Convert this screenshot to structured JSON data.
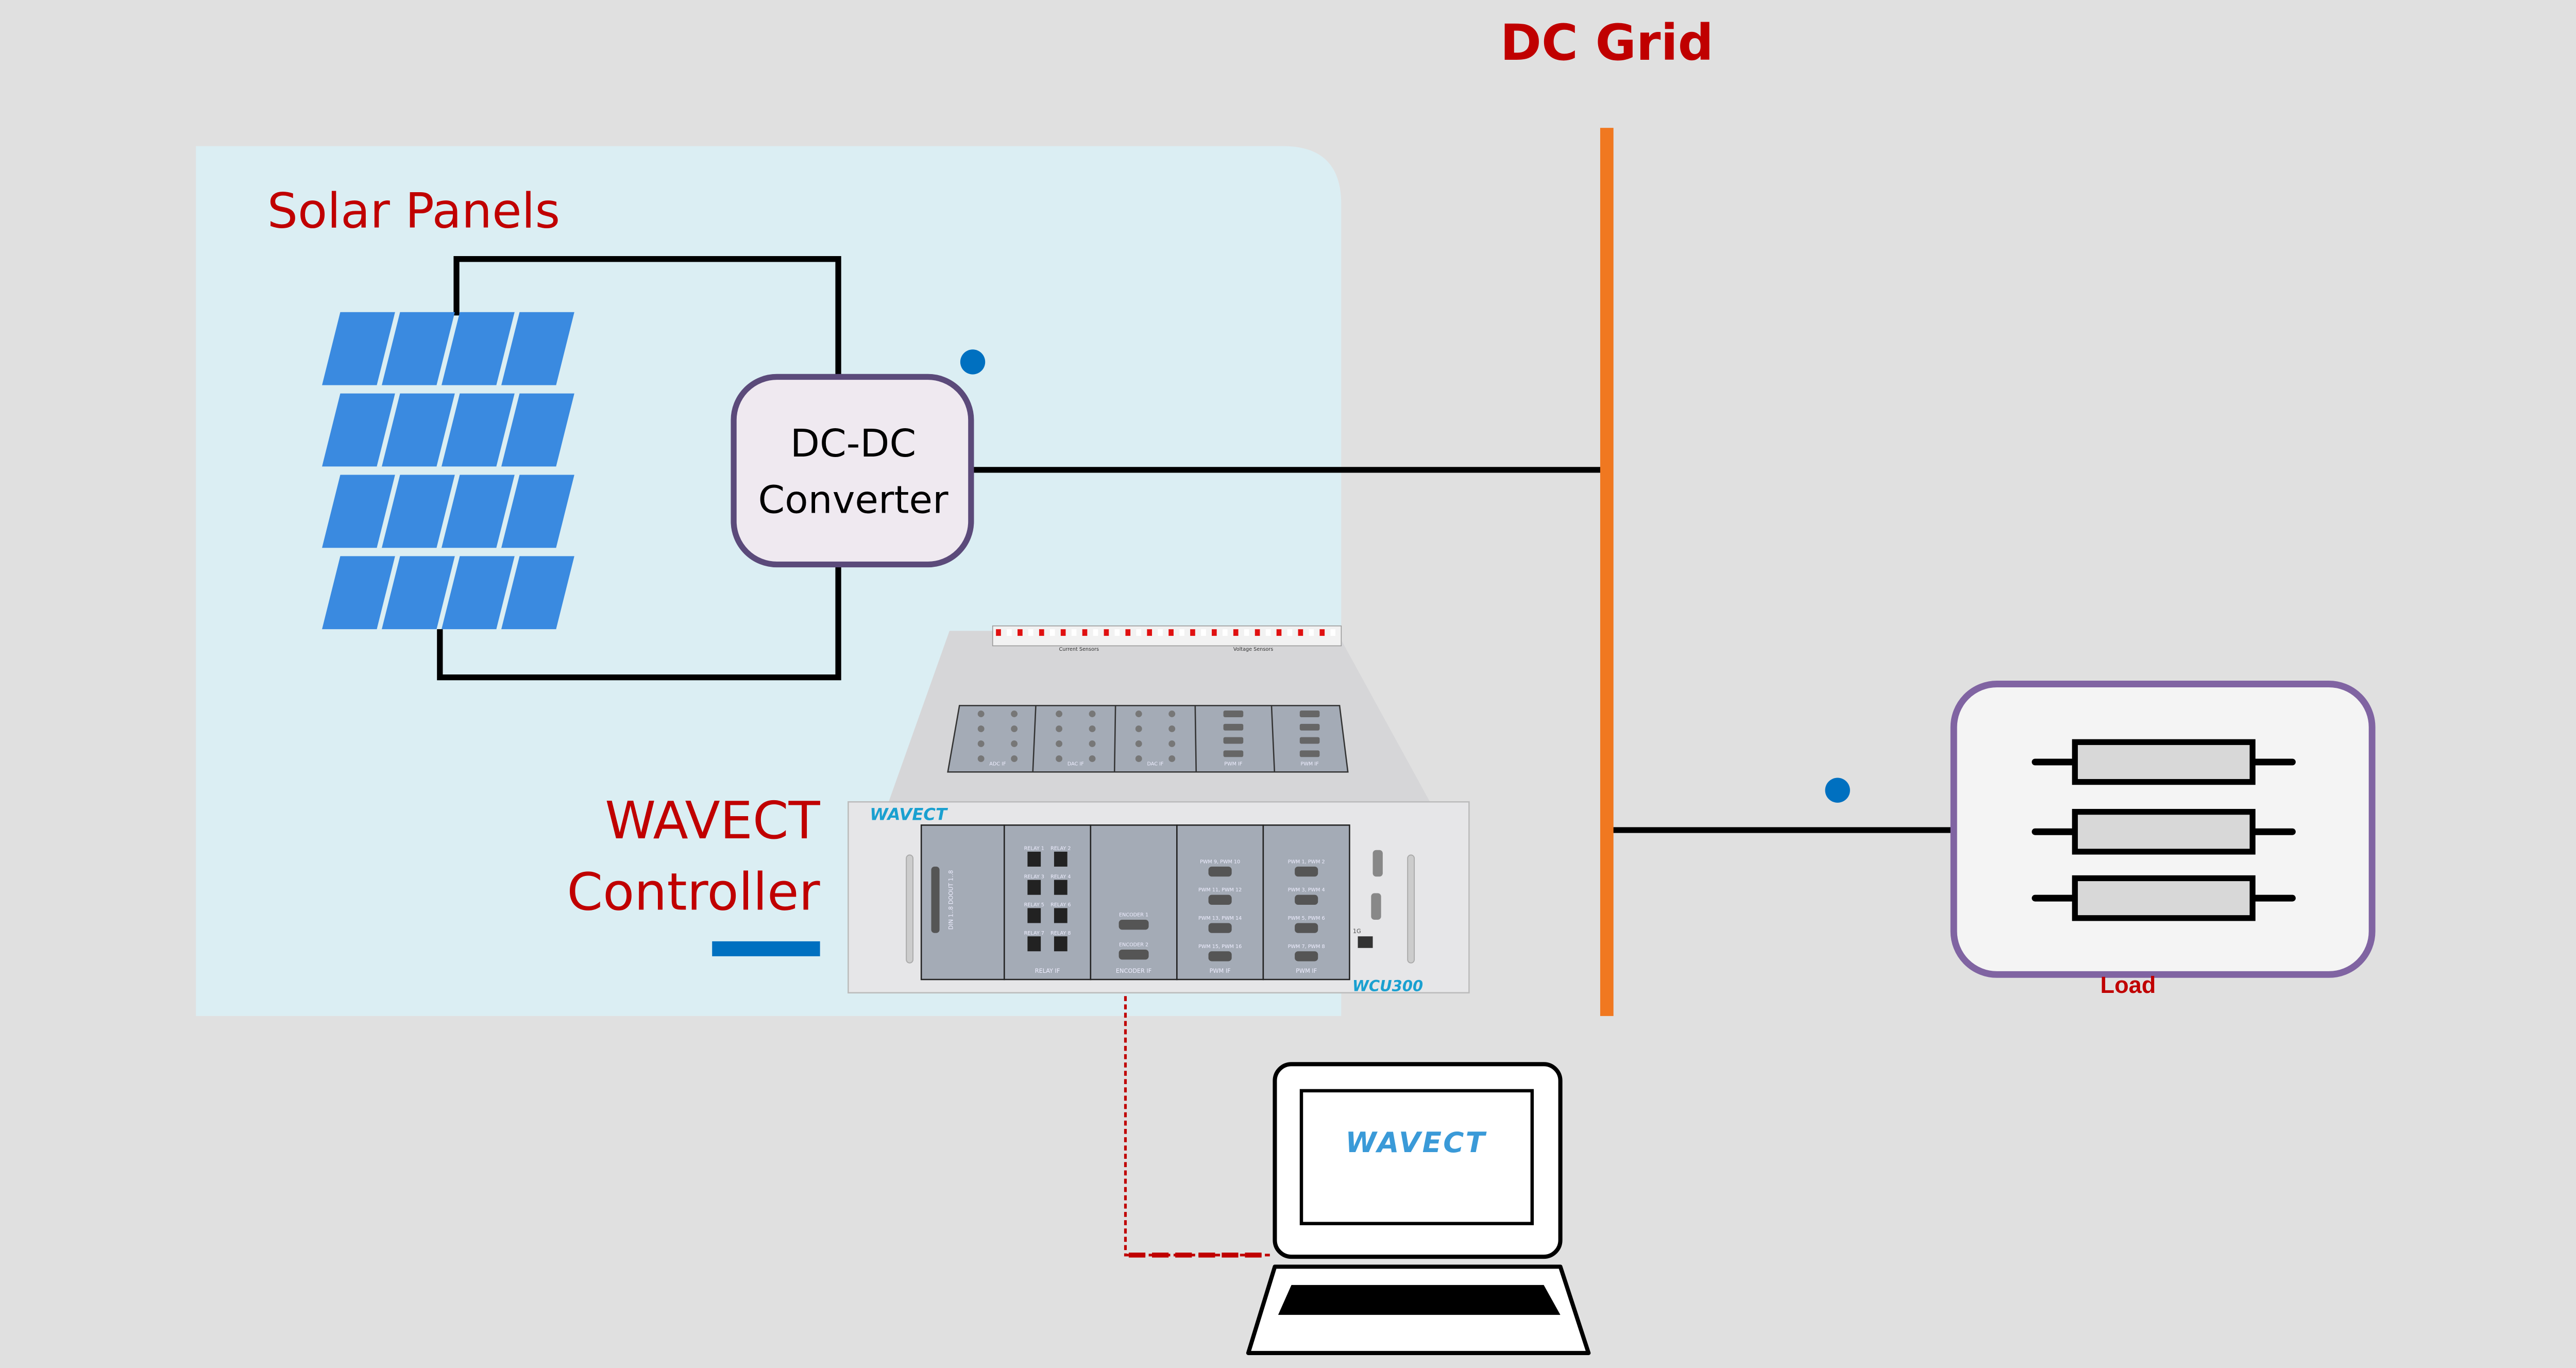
{
  "diagram": {
    "title": "DC Grid",
    "solar": {
      "label": "Solar Panels",
      "rows": 4,
      "cols": 4
    },
    "converter": {
      "line1": "DC-DC",
      "line2": "Converter"
    },
    "controller": {
      "line1": "WAVECT",
      "line2": "Controller",
      "device": {
        "brand": "WAVECT",
        "model": "WCU300",
        "top_modules": [
          "ADC IF",
          "DAC IF",
          "DAC IF",
          "PWM IF",
          "PWM IF"
        ],
        "top_strip": [
          "Current Sensors",
          "Voltage Sensors"
        ],
        "front_modules": [
          {
            "name": "DIN 1..8 DOOUT 1..8",
            "ports": []
          },
          {
            "name": "RELAY IF",
            "ports": [
              "RELAY 1",
              "RELAY 2",
              "RELAY 3",
              "RELAY 4",
              "RELAY 5",
              "RELAY 6",
              "RELAY 7",
              "RELAY 8"
            ]
          },
          {
            "name": "ENCODER IF",
            "ports": [
              "ENCODER 1",
              "ENCODER 2"
            ]
          },
          {
            "name": "PWM IF",
            "ports": [
              "PWM 9, PWM 10",
              "PWM 11, PWM 12",
              "PWM 13, PWM 14",
              "PWM 15, PWM 16"
            ]
          },
          {
            "name": "PWM IF",
            "ports": [
              "PWM 1, PWM 2",
              "PWM 3, PWM 4",
              "PWM 5, PWM 6",
              "PWM 7, PWM 8"
            ]
          }
        ],
        "ethernet_label": "1G"
      }
    },
    "load": {
      "label": "Load",
      "resistors": 3
    },
    "laptop": {
      "screen_logo": "WAVECT"
    },
    "colors": {
      "label_red": "#c00000",
      "dc_bus": "#f07820",
      "solar_blue": "#3a8ae0",
      "region_bg": "#dbeef3",
      "converter_border": "#5b4a7a",
      "load_border": "#8064a2",
      "marker_blue": "#0070c0",
      "brand_blue": "#1aa0d0"
    }
  }
}
